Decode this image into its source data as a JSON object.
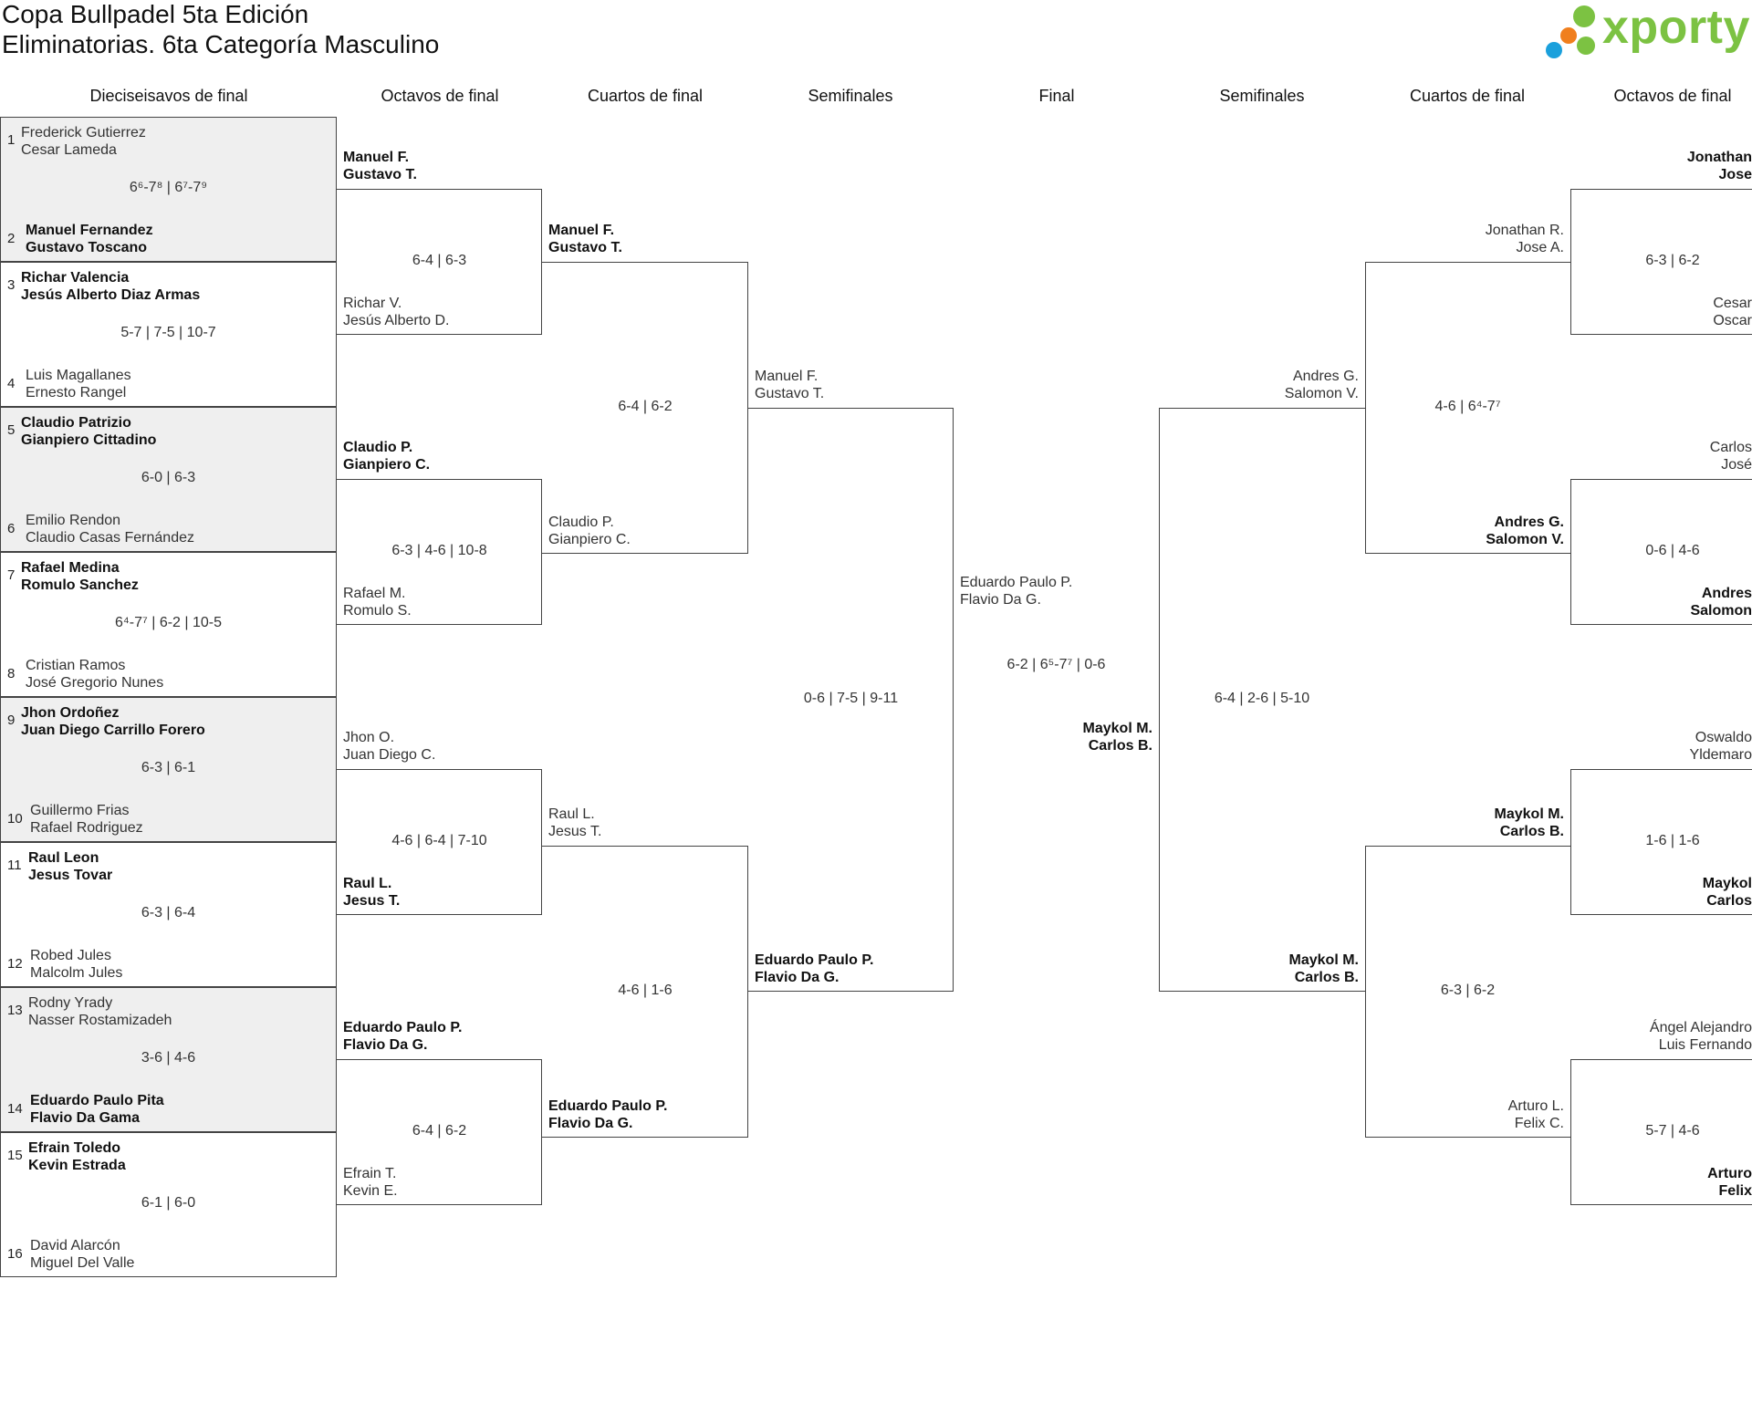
{
  "title": {
    "line1": "Copa Bullpadel 5ta Edición",
    "line2": "Eliminatorias. 6ta Categoría Masculino"
  },
  "logo": {
    "text": "xporty",
    "colors": [
      "#7cc242",
      "#1aa0dc",
      "#f07f1e"
    ]
  },
  "rounds": [
    "Dieciseisavos de final",
    "Octavos de final",
    "Cuartos de final",
    "Semifinales",
    "Final",
    "Semifinales",
    "Cuartos de final",
    "Octavos de final"
  ],
  "first_round": [
    {
      "seeds": [
        "1",
        "2"
      ],
      "top": [
        "Frederick Gutierrez",
        "Cesar Lameda"
      ],
      "bottom": [
        "Manuel Fernandez",
        "Gustavo Toscano"
      ],
      "score": "6⁶-7⁸ | 6⁷-7⁹",
      "winner": "bottom"
    },
    {
      "seeds": [
        "3",
        "4"
      ],
      "top": [
        "Richar Valencia",
        "Jesús Alberto Diaz Armas"
      ],
      "bottom": [
        "Luis Magallanes",
        "Ernesto Rangel"
      ],
      "score": "5-7 | 7-5 | 10-7",
      "winner": "top"
    },
    {
      "seeds": [
        "5",
        "6"
      ],
      "top": [
        "Claudio Patrizio",
        "Gianpiero Cittadino"
      ],
      "bottom": [
        "Emilio Rendon",
        "Claudio Casas Fernández"
      ],
      "score": "6-0 | 6-3",
      "winner": "top"
    },
    {
      "seeds": [
        "7",
        "8"
      ],
      "top": [
        "Rafael Medina",
        "Romulo Sanchez"
      ],
      "bottom": [
        "Cristian Ramos",
        "José Gregorio Nunes"
      ],
      "score": "6⁴-7⁷ | 6-2 | 10-5",
      "winner": "top"
    },
    {
      "seeds": [
        "9",
        "10"
      ],
      "top": [
        "Jhon Ordoñez",
        "Juan Diego Carrillo Forero"
      ],
      "bottom": [
        "Guillermo Frias",
        "Rafael Rodriguez"
      ],
      "score": "6-3 | 6-1",
      "winner": "top"
    },
    {
      "seeds": [
        "11",
        "12"
      ],
      "top": [
        "Raul Leon",
        "Jesus Tovar"
      ],
      "bottom": [
        "Robed Jules",
        "Malcolm Jules"
      ],
      "score": "6-3 | 6-4",
      "winner": "top"
    },
    {
      "seeds": [
        "13",
        "14"
      ],
      "top": [
        "Rodny Yrady",
        "Nasser Rostamizadeh"
      ],
      "bottom": [
        "Eduardo Paulo Pita",
        "Flavio Da Gama"
      ],
      "score": "3-6 | 4-6",
      "winner": "bottom"
    },
    {
      "seeds": [
        "15",
        "16"
      ],
      "top": [
        "Efrain Toledo",
        "Kevin Estrada"
      ],
      "bottom": [
        "David Alarcón",
        "Miguel Del Valle"
      ],
      "score": "6-1 | 6-0",
      "winner": "top"
    }
  ],
  "left_octavos": [
    {
      "top": [
        "Manuel F.",
        "Gustavo T."
      ],
      "bottom": [
        "Richar V.",
        "Jesús Alberto D."
      ],
      "score": "6-4 | 6-3",
      "winner": "top"
    },
    {
      "top": [
        "Claudio P.",
        "Gianpiero C."
      ],
      "bottom": [
        "Rafael M.",
        "Romulo S."
      ],
      "score": "6-3 | 4-6 | 10-8",
      "winner": "top"
    },
    {
      "top": [
        "Jhon O.",
        "Juan Diego C."
      ],
      "bottom": [
        "Raul L.",
        "Jesus T."
      ],
      "score": "4-6 | 6-4 | 7-10",
      "winner": "bottom"
    },
    {
      "top": [
        "Eduardo Paulo P.",
        "Flavio Da G."
      ],
      "bottom": [
        "Efrain T.",
        "Kevin E."
      ],
      "score": "6-4 | 6-2",
      "winner": "top"
    }
  ],
  "left_cuartos": [
    {
      "top": [
        "Manuel F.",
        "Gustavo T."
      ],
      "bottom": [
        "Claudio P.",
        "Gianpiero C."
      ],
      "score": "6-4 | 6-2",
      "winner": "top"
    },
    {
      "top": [
        "Raul L.",
        "Jesus T."
      ],
      "bottom": [
        "Eduardo Paulo P.",
        "Flavio Da G."
      ],
      "score": "4-6 | 1-6",
      "winner": "bottom"
    }
  ],
  "left_semi": {
    "top": [
      "Manuel F.",
      "Gustavo T."
    ],
    "bottom": [
      "Eduardo Paulo P.",
      "Flavio Da G."
    ],
    "score": "0-6 | 7-5 | 9-11",
    "winner": "bottom"
  },
  "final": {
    "left": [
      "Eduardo Paulo P.",
      "Flavio Da G."
    ],
    "right": [
      "Maykol M.",
      "Carlos B."
    ],
    "score": "6-2 | 6⁵-7⁷ | 0-6",
    "winner": "right"
  },
  "right_semi": {
    "top": [
      "Andres G.",
      "Salomon V."
    ],
    "bottom": [
      "Maykol M.",
      "Carlos B."
    ],
    "score": "6-4 | 2-6 | 5-10",
    "winner": "bottom"
  },
  "right_cuartos": [
    {
      "top": [
        "Jonathan R.",
        "Jose A."
      ],
      "bottom": [
        "Andres G.",
        "Salomon V."
      ],
      "score": "4-6 | 6⁴-7⁷",
      "winner": "bottom"
    },
    {
      "top": [
        "Maykol M.",
        "Carlos B."
      ],
      "bottom": [
        "Arturo L.",
        "Felix C."
      ],
      "score": "6-3 | 6-2",
      "winner": "top"
    }
  ],
  "right_octavos": [
    {
      "top": [
        "Jonathan",
        "Jose"
      ],
      "bottom": [
        "Cesar",
        "Oscar"
      ],
      "score": "6-3 | 6-2",
      "winner": "top"
    },
    {
      "top": [
        "Carlos",
        "José"
      ],
      "bottom": [
        "Andres",
        "Salomon"
      ],
      "score": "0-6 | 4-6",
      "winner": "bottom"
    },
    {
      "top": [
        "Oswaldo",
        "Yldemaro"
      ],
      "bottom": [
        "Maykol",
        "Carlos"
      ],
      "score": "1-6 | 1-6",
      "winner": "bottom"
    },
    {
      "top": [
        "Ángel Alejandro",
        "Luis Fernando"
      ],
      "bottom": [
        "Arturo",
        "Felix"
      ],
      "score": "5-7 | 4-6",
      "winner": "bottom"
    }
  ]
}
